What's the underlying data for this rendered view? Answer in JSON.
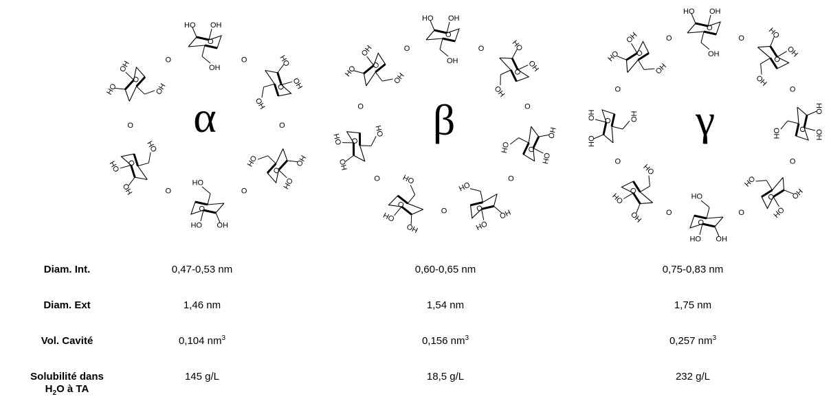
{
  "structures": [
    {
      "symbol": "α",
      "units": 6,
      "labels": {
        "hydroxyl": "OH",
        "hydroxyl_left": "HO",
        "oxygen": "O"
      }
    },
    {
      "symbol": "β",
      "units": 7,
      "labels": {
        "hydroxyl": "OH",
        "hydroxyl_left": "HO",
        "oxygen": "O"
      }
    },
    {
      "symbol": "γ",
      "units": 8,
      "labels": {
        "hydroxyl": "OH",
        "hydroxyl_left": "HO",
        "oxygen": "O"
      }
    }
  ],
  "table": {
    "rows": [
      {
        "label": "Diam. Int.",
        "values": [
          "0,47-0,53 nm",
          "0,60-0,65 nm",
          "0,75-0,83 nm"
        ]
      },
      {
        "label": "Diam. Ext",
        "values": [
          "1,46 nm",
          "1,54 nm",
          "1,75 nm"
        ]
      },
      {
        "label": "Vol. Cavité",
        "values": [
          "0,104 nm",
          "0,156 nm",
          "0,257 nm"
        ],
        "unit_exponent": "3"
      },
      {
        "label_line1": "Solubilité dans",
        "label_line2_parts": [
          "H",
          "2",
          "O à TA"
        ],
        "values": [
          "145 g/L",
          "18,5 g/L",
          "232 g/L"
        ]
      }
    ]
  }
}
